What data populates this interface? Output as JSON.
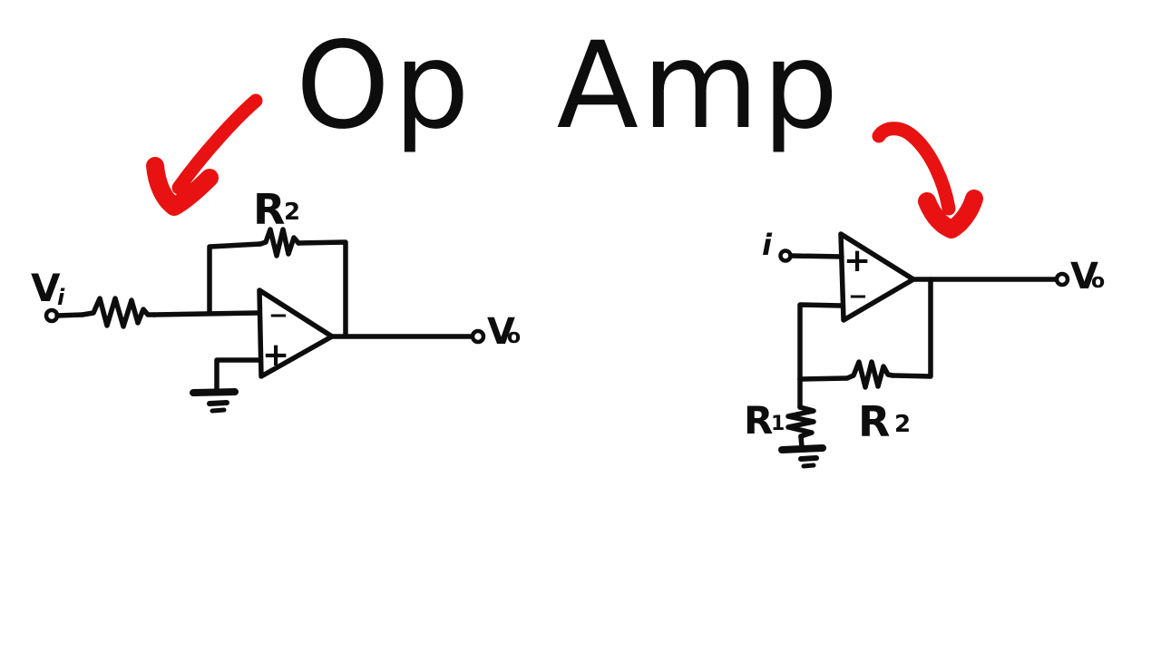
{
  "title": "Op Amp",
  "colors": {
    "ink": "#0d0d0d",
    "marker_red": "#e81212",
    "background": "#ffffff"
  },
  "left_circuit": {
    "input_label": {
      "base": "V",
      "sub": "i"
    },
    "feedback_resistor_label": {
      "base": "R",
      "sub": "2"
    },
    "output_label": {
      "base": "V",
      "sub": "o"
    },
    "opamp": {
      "top_sign": "−",
      "bottom_sign": "+"
    }
  },
  "right_circuit": {
    "input_label": "i",
    "ground_resistor_label": {
      "base": "R",
      "sub": "1"
    },
    "feedback_resistor_label": {
      "base": "R",
      "sub": "2"
    },
    "output_label": {
      "base": "V",
      "sub": "o"
    },
    "opamp": {
      "top_sign": "+",
      "bottom_sign": "−"
    }
  }
}
